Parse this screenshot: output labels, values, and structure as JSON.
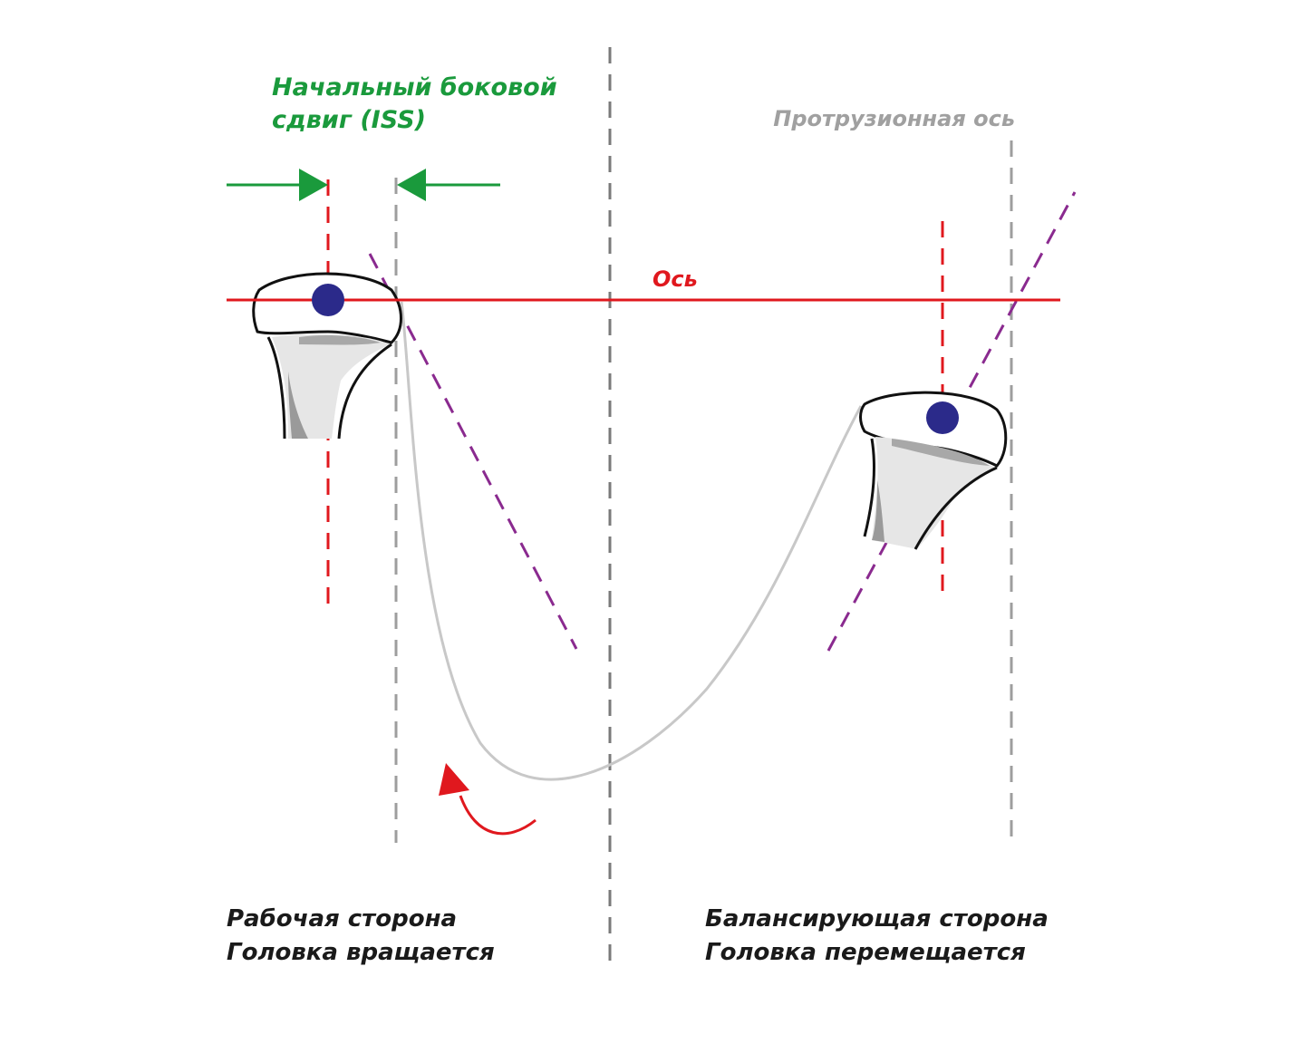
{
  "labels": {
    "iss_line1": "Начальный боковой",
    "iss_line2": "сдвиг (ISS)",
    "protrusion_axis": "Протрузионная ось",
    "axis": "Ось",
    "working_side_line1": "Рабочая сторона",
    "working_side_line2": "Головка вращается",
    "balancing_side_line1": "Балансирующая сторона",
    "balancing_side_line2": "Головка перемещается"
  },
  "colors": {
    "green": "#1a9a3c",
    "red": "#e0181e",
    "gray_label": "#a0a0a0",
    "gray_line": "#9e9e9e",
    "center_line": "#7a7a7a",
    "purple": "#8a2a8f",
    "condyle_dot": "#2b2a8a",
    "curve": "#c8c8c8",
    "text": "#1a1a1a"
  }
}
